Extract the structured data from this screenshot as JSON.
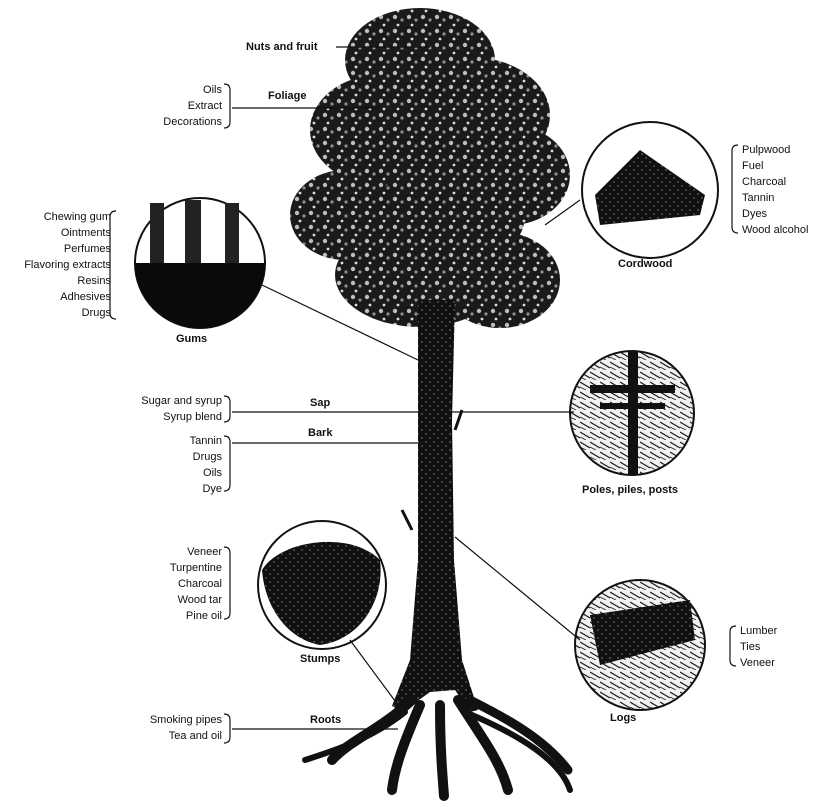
{
  "labels": {
    "nuts": "Nuts and fruit",
    "foliage": "Foliage",
    "cordwood": "Cordwood",
    "gums": "Gums",
    "sap": "Sap",
    "bark": "Bark",
    "poles": "Poles, piles, posts",
    "stumps": "Stumps",
    "logs": "Logs",
    "roots": "Roots"
  },
  "lists": {
    "foliage": [
      "Oils",
      "Extract",
      "Decorations"
    ],
    "cordwood": [
      "Pulpwood",
      "Fuel",
      "Charcoal",
      "Tannin",
      "Dyes",
      "Wood alcohol"
    ],
    "gums": [
      "Chewing gum",
      "Ointments",
      "Perfumes",
      "Flavoring extracts",
      "Resins",
      "Adhesives",
      "Drugs"
    ],
    "sap": [
      "Sugar and syrup",
      "Syrup blend"
    ],
    "bark": [
      "Tannin",
      "Drugs",
      "Oils",
      "Dye"
    ],
    "stumps": [
      "Veneer",
      "Turpentine",
      "Charcoal",
      "Wood tar",
      "Pine oil"
    ],
    "logs": [
      "Lumber",
      "Ties",
      "Veneer"
    ],
    "roots": [
      "Smoking pipes",
      "Tea and oil"
    ]
  }
}
